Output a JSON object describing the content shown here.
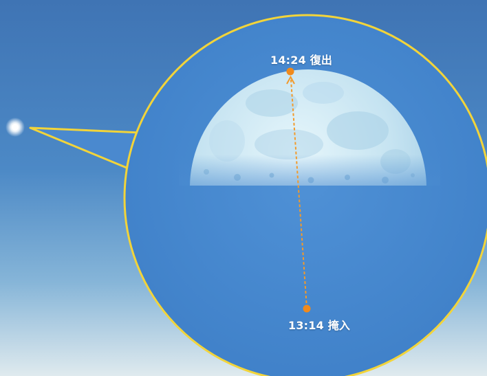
{
  "events": {
    "reappearance": {
      "time": "14:24",
      "label": "復出"
    },
    "disappearance": {
      "time": "13:14",
      "label": "掩入"
    }
  },
  "colors": {
    "sky_top": "#3f76b6",
    "sky_bottom": "#d9e8ef",
    "callout_border": "#f2d43a",
    "callout_fill": "#4a8ad0",
    "moon_lit": "#d2ecf6",
    "path_line": "#f39a2a",
    "event_dot": "#f08a1c",
    "star": "#ffffff"
  },
  "icons": {
    "star": "star-point-icon",
    "moon": "half-moon-icon"
  }
}
